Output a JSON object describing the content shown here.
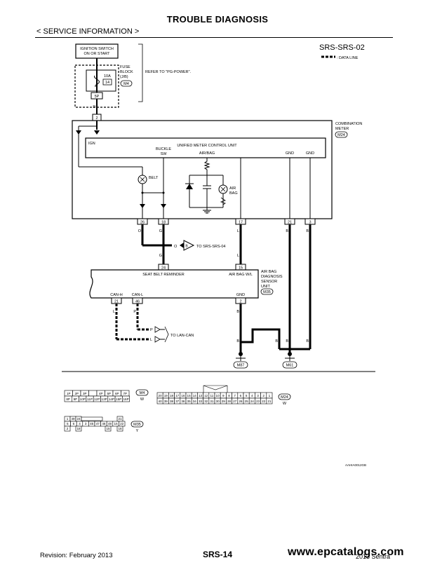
{
  "header": {
    "title": "TROUBLE DIAGNOSIS",
    "section": "< SERVICE INFORMATION >"
  },
  "diagram": {
    "code": "SRS-SRS-02",
    "legend_data_line": ": DATA LINE",
    "ignition_switch": [
      "IGNITION SWITCH",
      "ON OR START"
    ],
    "fuse_block": [
      "FUSE",
      "BLOCK",
      "(J/B)"
    ],
    "fuse_block_connector": "M4",
    "fuse_rating": "10A",
    "fuse_number": "14",
    "fuse_terminal": "5P",
    "refer_text": "REFER TO \"PG-POWER\".",
    "wire_p": "P",
    "meter_terminal_2": "2",
    "combination_meter": [
      "COMBINATION",
      "METER"
    ],
    "combination_meter_connector": "M24",
    "ign": "IGN",
    "unified_meter_control_unit": "UNIFIED METER CONTROL UNIT",
    "buckle_sw": [
      "BUCKLE",
      "SW"
    ],
    "air_bag_label": "AIR/BAG",
    "gnd": "GND",
    "belt": "BELT",
    "air_bag_lamp": [
      "AIR",
      "BAG"
    ],
    "meter_terminals": [
      "26",
      "18",
      "17",
      "21",
      "3"
    ],
    "meter_wire_colors": [
      "O",
      "G",
      "L",
      "B",
      "B"
    ],
    "branch_wire": "O",
    "branch_connector": "B",
    "to_srs_srs_04": "TO SRS-SRS-04",
    "wire_g": "G",
    "wire_l": "L",
    "sensor_terminals": {
      "belt": "24",
      "airbag": "15"
    },
    "seat_belt_reminder": "SEAT BELT REMINDER",
    "air_bag_wl": "AIR BAG W/L",
    "sensor_unit": [
      "AIR BAG",
      "DIAGNOSIS",
      "SENSOR",
      "UNIT"
    ],
    "sensor_connector": "M35",
    "can_h": "CAN-H",
    "can_l": "CAN-L",
    "can_terminals": [
      "21",
      "46"
    ],
    "gnd_terminal": "2",
    "can_wire_colors": [
      "L",
      "P"
    ],
    "lan_wires": [
      "P",
      "L"
    ],
    "to_lan_can": "TO LAN-CAN",
    "ground_wire": "B",
    "ground_labels": [
      "M87",
      "M61"
    ],
    "connector_m4": {
      "id": "M4",
      "color": "W",
      "row1": [
        "1P",
        "2P",
        "3P",
        "",
        "4P",
        "5P",
        "6P",
        "7P"
      ],
      "row2": [
        "8P",
        "9P",
        "10P",
        "11P",
        "12P",
        "13P",
        "14P",
        "15P",
        "16P"
      ]
    },
    "connector_m24": {
      "id": "M24",
      "color": "W",
      "row1": [
        "20",
        "19",
        "18",
        "17",
        "16",
        "15",
        "14",
        "13",
        "12",
        "11",
        "10",
        "9",
        "8",
        "7",
        "6",
        "5",
        "4",
        "3",
        "2",
        "1"
      ],
      "row2": [
        "40",
        "39",
        "38",
        "37",
        "36",
        "35",
        "34",
        "33",
        "32",
        "31",
        "30",
        "29",
        "28",
        "27",
        "26",
        "25",
        "24",
        "23",
        "22",
        "21"
      ]
    },
    "connector_m35": {
      "id": "M35",
      "color": "Y",
      "row1": [
        "1",
        "49",
        "24",
        "21"
      ],
      "row2": [
        "5",
        "6",
        "4",
        "3",
        "45",
        "47",
        "46",
        "48",
        "16",
        "22"
      ],
      "row3": [
        "2",
        "18",
        "15",
        "16"
      ]
    },
    "figure_id": "AAHIA0012GB"
  },
  "footer": {
    "revision": "Revision: February 2013",
    "page": "SRS-14",
    "model": "2013 Sentra",
    "watermark": "www.epcatalogs.com"
  }
}
